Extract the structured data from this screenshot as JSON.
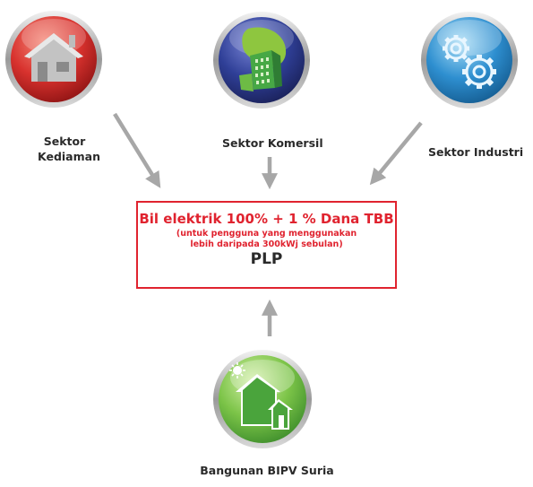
{
  "nodes": {
    "kediaman": {
      "label_line1": "Sektor",
      "label_line2": "Kediaman",
      "color": "#d8322e",
      "icon": "house-icon"
    },
    "komersil": {
      "label": "Sektor Komersil",
      "color": "#2f3f97",
      "icon": "building-icon"
    },
    "industri": {
      "label": "Sektor Industri",
      "color": "#2e8fd0",
      "icon": "gears-icon"
    },
    "bipv": {
      "label": "Bangunan BIPV Suria",
      "color": "#5bb547",
      "icon": "solar-house-icon"
    }
  },
  "center_box": {
    "title": "Bil elektrik 100% + 1 % Dana TBB",
    "note_line1": "(untuk pengguna yang menggunakan",
    "note_line2": "lebih daripada 300kWj sebulan)",
    "entity": "PLP",
    "border_color": "#e0232f"
  },
  "arrow_color": "#a7a7a7"
}
